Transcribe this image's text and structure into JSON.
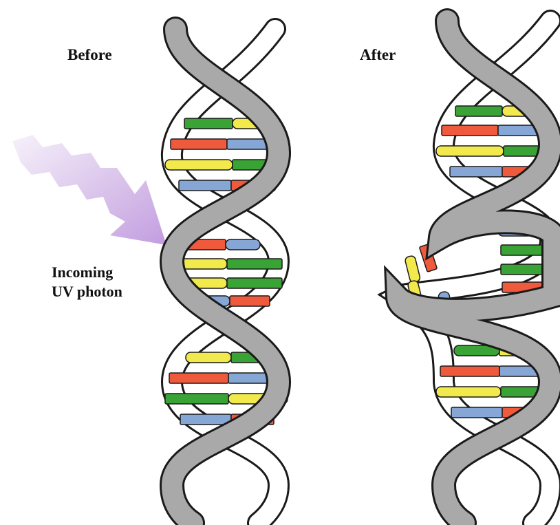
{
  "labels": {
    "before": "Before",
    "after": "After",
    "photon_line1": "Incoming",
    "photon_line2": "UV photon"
  },
  "colors": {
    "strand_gray": "#a9a9a9",
    "strand_white": "#ffffff",
    "outline": "#1a1a1a",
    "base_green": "#3aa335",
    "base_yellow": "#f2ea4c",
    "base_red": "#ef5a3c",
    "base_blue": "#86a6d6",
    "photon_arrow": "#c6a4e0"
  },
  "icons": {
    "photon": "uv-photon-arrow-icon"
  }
}
